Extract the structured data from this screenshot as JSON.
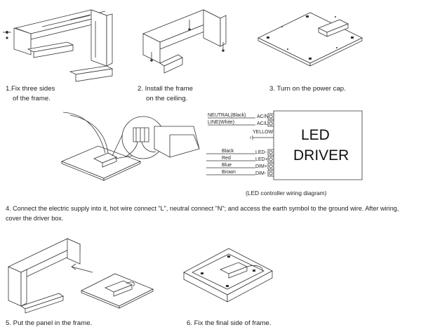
{
  "steps": {
    "s1": {
      "line1": "1.Fix three sides",
      "line2": "of the frame."
    },
    "s2": {
      "line1": "2. Install the frame",
      "line2": "on the ceiling."
    },
    "s3": {
      "line1": "3. Turn on the power cap."
    },
    "s4": {
      "line1": "4. Connect the electric supply into it, hot wire connect \"L\", neutral connect \"N\"; and access the earth symbol to the ground wire. After wiring,",
      "line2": "cover the driver box."
    },
    "s5": {
      "line1": "5. Put the panel in the frame."
    },
    "s6": {
      "line1": "6. Fix the final side of frame."
    }
  },
  "wiring": {
    "neutral": "NEUTRAL(Black)",
    "line": "LINE(White)",
    "acn": "AC/N",
    "acl": "AC/L",
    "yellow": "YELLOW",
    "black": "Black",
    "red": "Red",
    "blue": "Blue",
    "brown": "Brown",
    "led_plus": "LED+",
    "led_minus": "LED-",
    "dim_plus": "DIM+",
    "dim_minus": "DIM-",
    "driver_line1": "LED",
    "driver_line2": "DRIVER",
    "caption": "(LED controller wiring diagram)"
  }
}
